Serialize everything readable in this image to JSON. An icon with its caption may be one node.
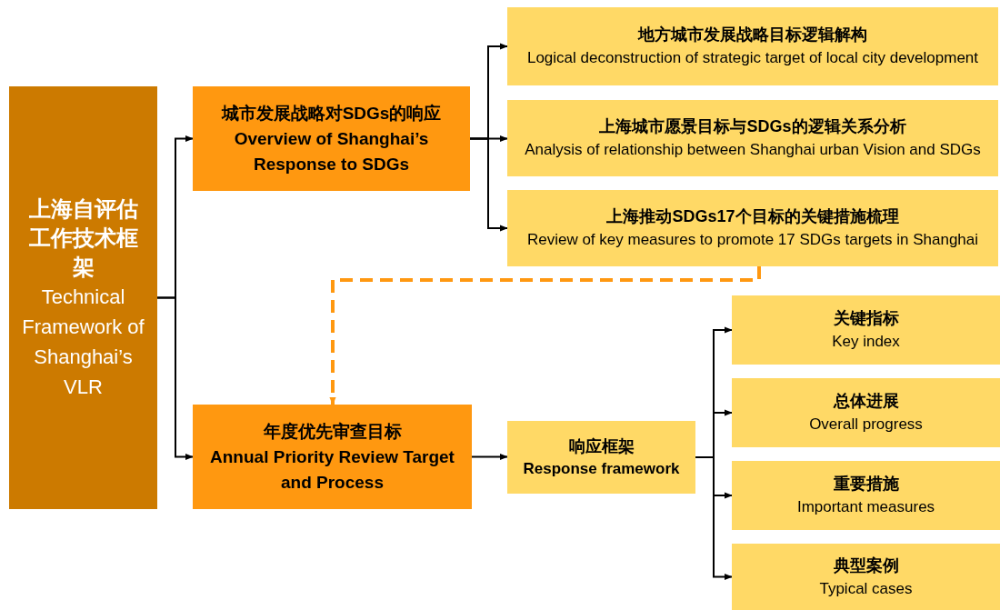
{
  "diagram": {
    "nodes": [
      {
        "text": [
          "上海自评估工作技术框架",
          "Technical Framework of Shanghai’s VLR"
        ]
      },
      {
        "text": [
          "城市发展战略对SDGs的响应",
          "Overview of Shanghai’s Response to SDGs"
        ]
      },
      {
        "text": [
          "地方城市发展战略目标逻辑解构",
          "Logical deconstruction of strategic target of local city development"
        ]
      },
      {
        "text": [
          "上海城市愿景目标与SDGs的逻辑关系分析",
          "Analysis of relationship between Shanghai urban Vision and SDGs"
        ]
      },
      {
        "text": [
          "上海推动SDGs17个目标的关键措施梳理",
          "Review of key measures to promote 17 SDGs targets in Shanghai"
        ]
      },
      {
        "text": [
          "年度优先审查目标",
          "Annual Priority Review Target and Process"
        ]
      },
      {
        "text": [
          "响应框架",
          "Response framework"
        ]
      },
      {
        "text": [
          "关键指标",
          "Key index"
        ]
      },
      {
        "text": [
          "总体进展",
          "Overall progress"
        ]
      },
      {
        "text": [
          "重要措施",
          "Important measures"
        ]
      },
      {
        "text": [
          "典型案例",
          "Typical cases"
        ]
      }
    ],
    "edges": [
      {
        "from": 0,
        "to": 1,
        "arrow": "to"
      },
      {
        "from": 0,
        "to": 5,
        "arrow": "to"
      },
      {
        "from": 1,
        "to": 2,
        "arrow": "to"
      },
      {
        "from": 1,
        "to": 3,
        "arrow": "to"
      },
      {
        "from": 1,
        "to": 4,
        "arrow": "to"
      },
      {
        "from": 4,
        "to": 5,
        "arrow": "to",
        "style": "dashed",
        "color": "#ff9810"
      },
      {
        "from": 5,
        "to": 6,
        "arrow": "to"
      },
      {
        "from": 6,
        "to": 7,
        "arrow": "to"
      },
      {
        "from": 6,
        "to": 8,
        "arrow": "to"
      },
      {
        "from": 6,
        "to": 9,
        "arrow": "to"
      },
      {
        "from": 6,
        "to": 10,
        "arrow": "to"
      }
    ]
  }
}
